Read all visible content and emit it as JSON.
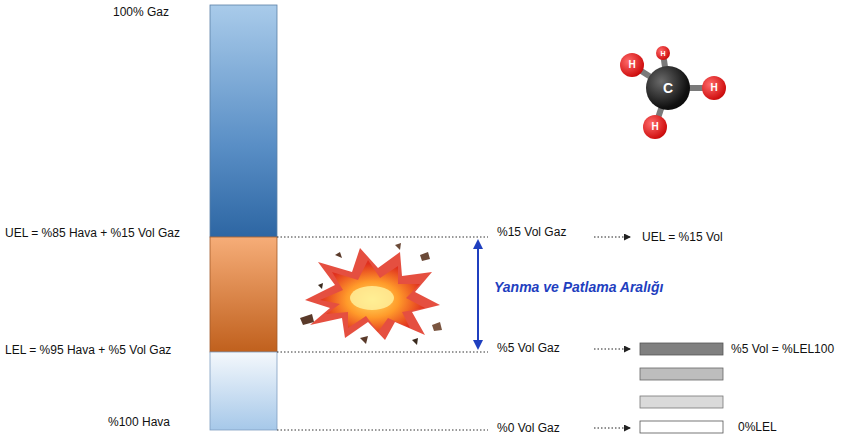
{
  "diagram": {
    "nodes": [
      {
        "text": [
          "H"
        ]
      },
      {
        "text": [
          "H"
        ]
      },
      {
        "text": [
          "C"
        ]
      },
      {
        "text": [
          "H"
        ]
      },
      {
        "text": [
          "H"
        ]
      }
    ],
    "edges": [
      {
        "from": 2,
        "to": 0,
        "arrow": "none"
      },
      {
        "from": 2,
        "to": 1,
        "arrow": "none"
      },
      {
        "from": 2,
        "to": 3,
        "arrow": "none"
      },
      {
        "from": 2,
        "to": 4,
        "arrow": "none"
      }
    ],
    "labels": [
      "100% Gaz",
      "UEL = %85 Hava + %15 Vol Gaz",
      "LEL = %95 Hava + %5 Vol Gaz",
      "%100 Hava",
      "%15 Vol Gaz",
      "UEL = %15 Vol",
      "Yanma ve Patlama Aralığı",
      "%5 Vol Gaz",
      "%5 Vol = %LEL100",
      "%0 Vol Gaz",
      "0%LEL"
    ]
  }
}
